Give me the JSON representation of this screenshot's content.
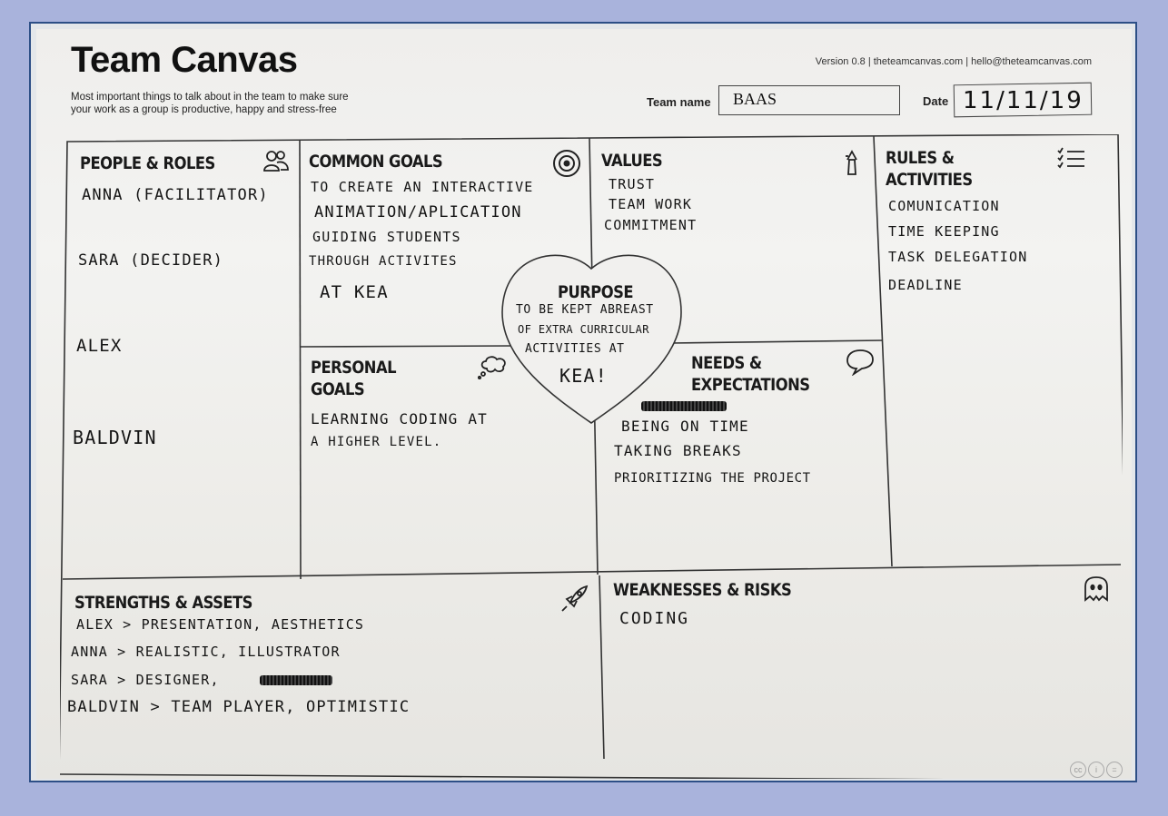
{
  "header": {
    "title": "Team Canvas",
    "subtitle_line1": "Most important things to talk about in the team to make sure",
    "subtitle_line2": "your work as a group is productive, happy and stress-free",
    "meta": "Version 0.8  |  theteamcanvas.com  |  hello@theteamcanvas.com",
    "team_name_label": "Team name",
    "team_name_value": "BAAS",
    "date_label": "Date",
    "date_value": "11/11/19"
  },
  "sections": {
    "people_roles": {
      "title": "PEOPLE & ROLES",
      "icon": "people-icon",
      "items": [
        "ANNA (FACILITATOR)",
        "SARA (DECIDER)",
        "ALEX",
        "BALDVIN"
      ]
    },
    "common_goals": {
      "title": "COMMON GOALS",
      "icon": "target-icon",
      "lines": [
        "TO CREATE AN INTERACTIVE",
        "ANIMATION/APLICATION",
        "GUIDING STUDENTS",
        "THROUGH ACTIVITES",
        "AT KEA"
      ]
    },
    "values": {
      "title": "VALUES",
      "icon": "lighthouse-icon",
      "lines": [
        "TRUST",
        "TEAM WORK",
        "COMMITMENT"
      ]
    },
    "rules_activities": {
      "title_line1": "RULES &",
      "title_line2": "ACTIVITIES",
      "icon": "checklist-icon",
      "lines": [
        "COMUNICATION",
        "TIME KEEPING",
        "TASK DELEGATION",
        "DEADLINE"
      ]
    },
    "purpose": {
      "title": "PURPOSE",
      "lines": [
        "TO BE KEPT ABREAST",
        "OF EXTRA CURRICULAR",
        "ACTIVITIES AT",
        "KEA!"
      ]
    },
    "personal_goals": {
      "title_line1": "PERSONAL",
      "title_line2": "GOALS",
      "icon": "thought-bubble-icon",
      "lines": [
        "LEARNING CODING AT",
        "A HIGHER LEVEL."
      ]
    },
    "needs_expectations": {
      "title_line1": "NEEDS &",
      "title_line2": "EXPECTATIONS",
      "icon": "speech-bubble-icon",
      "lines": [
        "BEING ON TIME",
        "TAKING BREAKS",
        "PRIORITIZING THE PROJECT"
      ]
    },
    "strengths_assets": {
      "title": "STRENGTHS & ASSETS",
      "icon": "rocket-icon",
      "lines": [
        "ALEX > PRESENTATION, AESTHETICS",
        "ANNA > REALISTIC, ILLUSTRATOR",
        "SARA > DESIGNER,",
        "BALDVIN > TEAM PLAYER, OPTIMISTIC"
      ]
    },
    "weaknesses_risks": {
      "title": "WEAKNESSES & RISKS",
      "icon": "ghost-icon",
      "lines": [
        "CODING"
      ]
    }
  },
  "footer": {
    "badges": [
      "cc",
      "i",
      "="
    ]
  }
}
